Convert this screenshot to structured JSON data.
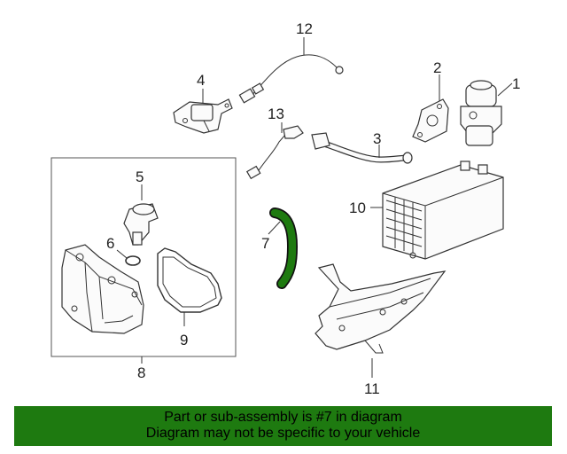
{
  "diagram": {
    "callouts": {
      "c1": "1",
      "c2": "2",
      "c3": "3",
      "c4": "4",
      "c5": "5",
      "c6": "6",
      "c7": "7",
      "c8": "8",
      "c9": "9",
      "c10": "10",
      "c11": "11",
      "c12": "12",
      "c13": "13"
    },
    "highlight_color": "#1e7a10"
  },
  "banner": {
    "line1": "Part or sub-assembly is #7 in diagram",
    "line2": "Diagram may not be specific to your vehicle",
    "background": "#1e7a10"
  }
}
